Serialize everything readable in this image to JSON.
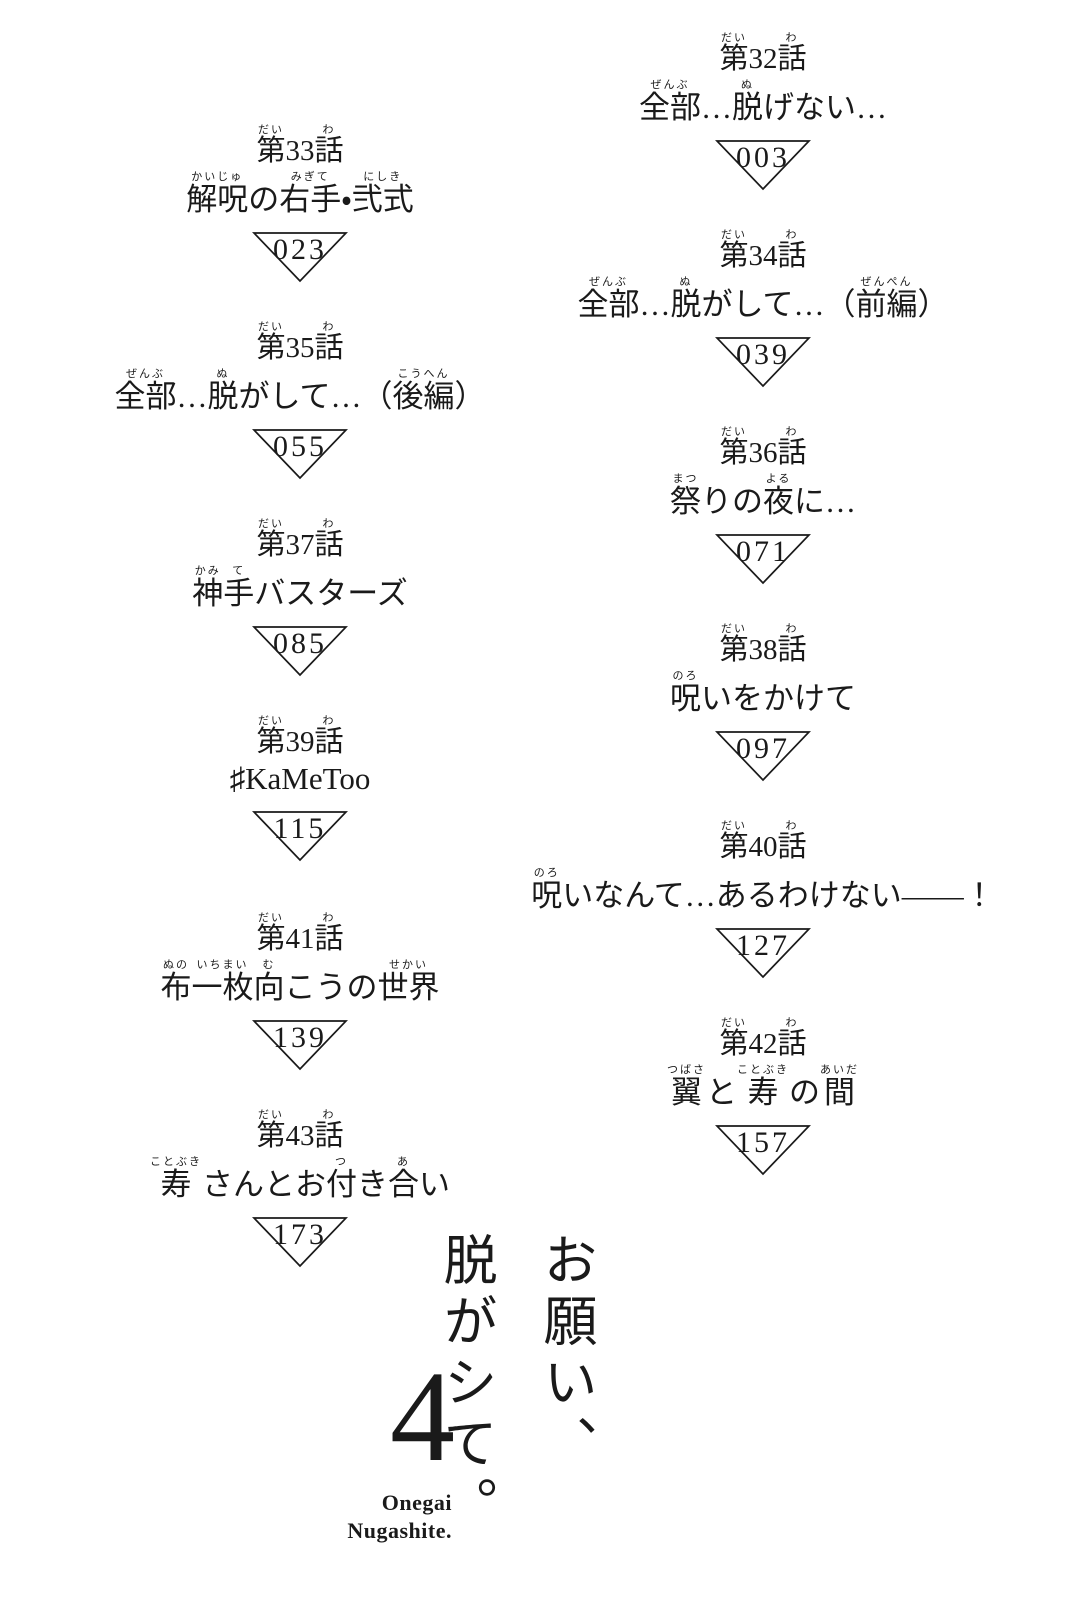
{
  "page": {
    "background": "#ffffff",
    "ink": "#1a1a1a"
  },
  "columns": {
    "right": [
      {
        "number": [
          {
            "t": "第",
            "r": "だい"
          },
          {
            "t": "32",
            "r": ""
          },
          {
            "t": "話",
            "r": "わ"
          }
        ],
        "title": [
          {
            "t": "全部",
            "r": "ぜんぶ"
          },
          {
            "t": "…",
            "r": ""
          },
          {
            "t": "脱",
            "r": "ぬ"
          },
          {
            "t": "げない…",
            "r": ""
          }
        ],
        "page": "003"
      },
      {
        "number": [
          {
            "t": "第",
            "r": "だい"
          },
          {
            "t": "34",
            "r": ""
          },
          {
            "t": "話",
            "r": "わ"
          }
        ],
        "title": [
          {
            "t": "全部",
            "r": "ぜんぶ"
          },
          {
            "t": "…",
            "r": ""
          },
          {
            "t": "脱",
            "r": "ぬ"
          },
          {
            "t": "がして…（",
            "r": ""
          },
          {
            "t": "前編",
            "r": "ぜんぺん"
          },
          {
            "t": "）",
            "r": ""
          }
        ],
        "page": "039"
      },
      {
        "number": [
          {
            "t": "第",
            "r": "だい"
          },
          {
            "t": "36",
            "r": ""
          },
          {
            "t": "話",
            "r": "わ"
          }
        ],
        "title": [
          {
            "t": "祭",
            "r": "まつ"
          },
          {
            "t": "りの",
            "r": ""
          },
          {
            "t": "夜",
            "r": "よる"
          },
          {
            "t": "に…",
            "r": ""
          }
        ],
        "page": "071"
      },
      {
        "number": [
          {
            "t": "第",
            "r": "だい"
          },
          {
            "t": "38",
            "r": ""
          },
          {
            "t": "話",
            "r": "わ"
          }
        ],
        "title": [
          {
            "t": "呪",
            "r": "のろ"
          },
          {
            "t": "いをかけて",
            "r": ""
          }
        ],
        "page": "097"
      },
      {
        "number": [
          {
            "t": "第",
            "r": "だい"
          },
          {
            "t": "40",
            "r": ""
          },
          {
            "t": "話",
            "r": "わ"
          }
        ],
        "title": [
          {
            "t": "呪",
            "r": "のろ"
          },
          {
            "t": "いなんて…あるわけない――！",
            "r": ""
          }
        ],
        "page": "127"
      },
      {
        "number": [
          {
            "t": "第",
            "r": "だい"
          },
          {
            "t": "42",
            "r": ""
          },
          {
            "t": "話",
            "r": "わ"
          }
        ],
        "title": [
          {
            "t": "翼",
            "r": "つばさ"
          },
          {
            "t": "と",
            "r": ""
          },
          {
            "t": "寿",
            "r": "ことぶき"
          },
          {
            "t": "の",
            "r": ""
          },
          {
            "t": "間",
            "r": "あいだ"
          }
        ],
        "page": "157"
      }
    ],
    "left": [
      {
        "number": [
          {
            "t": "第",
            "r": "だい"
          },
          {
            "t": "33",
            "r": ""
          },
          {
            "t": "話",
            "r": "わ"
          }
        ],
        "title": [
          {
            "t": "解呪",
            "r": "かいじゅ"
          },
          {
            "t": "の",
            "r": ""
          },
          {
            "t": "右手",
            "r": "みぎて"
          },
          {
            "t": "・",
            "r": ""
          },
          {
            "t": "弐式",
            "r": "にしき"
          }
        ],
        "page": "023"
      },
      {
        "number": [
          {
            "t": "第",
            "r": "だい"
          },
          {
            "t": "35",
            "r": ""
          },
          {
            "t": "話",
            "r": "わ"
          }
        ],
        "title": [
          {
            "t": "全部",
            "r": "ぜんぶ"
          },
          {
            "t": "…",
            "r": ""
          },
          {
            "t": "脱",
            "r": "ぬ"
          },
          {
            "t": "がして…（",
            "r": ""
          },
          {
            "t": "後編",
            "r": "こうへん"
          },
          {
            "t": "）",
            "r": ""
          }
        ],
        "page": "055"
      },
      {
        "number": [
          {
            "t": "第",
            "r": "だい"
          },
          {
            "t": "37",
            "r": ""
          },
          {
            "t": "話",
            "r": "わ"
          }
        ],
        "title": [
          {
            "t": "神",
            "r": "かみ"
          },
          {
            "t": "手",
            "r": "て"
          },
          {
            "t": "バスターズ",
            "r": ""
          }
        ],
        "page": "085"
      },
      {
        "number": [
          {
            "t": "第",
            "r": "だい"
          },
          {
            "t": "39",
            "r": ""
          },
          {
            "t": "話",
            "r": "わ"
          }
        ],
        "title": [
          {
            "t": "♯KaMeToo",
            "r": ""
          }
        ],
        "page": "115"
      },
      {
        "number": [
          {
            "t": "第",
            "r": "だい"
          },
          {
            "t": "41",
            "r": ""
          },
          {
            "t": "話",
            "r": "わ"
          }
        ],
        "title": [
          {
            "t": "布",
            "r": "ぬの"
          },
          {
            "t": "一枚",
            "r": "いちまい"
          },
          {
            "t": "向",
            "r": "む"
          },
          {
            "t": "こうの",
            "r": ""
          },
          {
            "t": "世界",
            "r": "せかい"
          }
        ],
        "page": "139"
      },
      {
        "number": [
          {
            "t": "第",
            "r": "だい"
          },
          {
            "t": "43",
            "r": ""
          },
          {
            "t": "話",
            "r": "わ"
          }
        ],
        "title": [
          {
            "t": "寿",
            "r": "ことぶき"
          },
          {
            "t": "さんとお",
            "r": ""
          },
          {
            "t": "付",
            "r": "つ"
          },
          {
            "t": "き",
            "r": ""
          },
          {
            "t": "合",
            "r": "あ"
          },
          {
            "t": "い",
            "r": ""
          }
        ],
        "page": "173"
      }
    ]
  },
  "footer": {
    "vertical_title_col1": "お願い、",
    "vertical_title_col2": "脱がシて。",
    "volume_number": "4",
    "romaji_line1": "Onegai",
    "romaji_line2": "Nugashite."
  }
}
